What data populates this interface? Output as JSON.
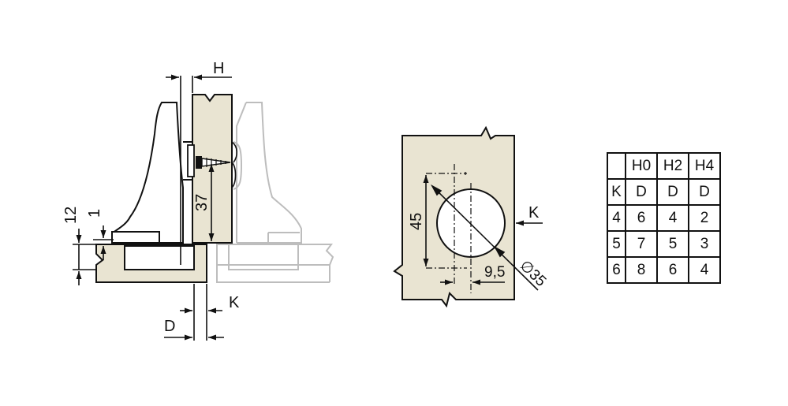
{
  "side_view": {
    "labels": {
      "H": "H",
      "K": "K",
      "D": "D",
      "dim_12": "12",
      "dim_1": "1",
      "dim_37": "37"
    }
  },
  "plate_view": {
    "labels": {
      "dim_45": "45",
      "dim_9_5": "9,5",
      "dim_35": "∅35",
      "K": "K"
    }
  },
  "kd_table": {
    "corner": "",
    "header": [
      "H0",
      "H2",
      "H4"
    ],
    "subheader": {
      "key": "K",
      "values": [
        "D",
        "D",
        "D"
      ]
    },
    "rows": [
      {
        "k": "4",
        "values": [
          "6",
          "4",
          "2"
        ]
      },
      {
        "k": "5",
        "values": [
          "7",
          "5",
          "3"
        ]
      },
      {
        "k": "6",
        "values": [
          "8",
          "6",
          "4"
        ]
      }
    ]
  },
  "colors": {
    "beige": "#e9e4d2",
    "line": "#111111",
    "ghost": "#bdbdbd"
  }
}
